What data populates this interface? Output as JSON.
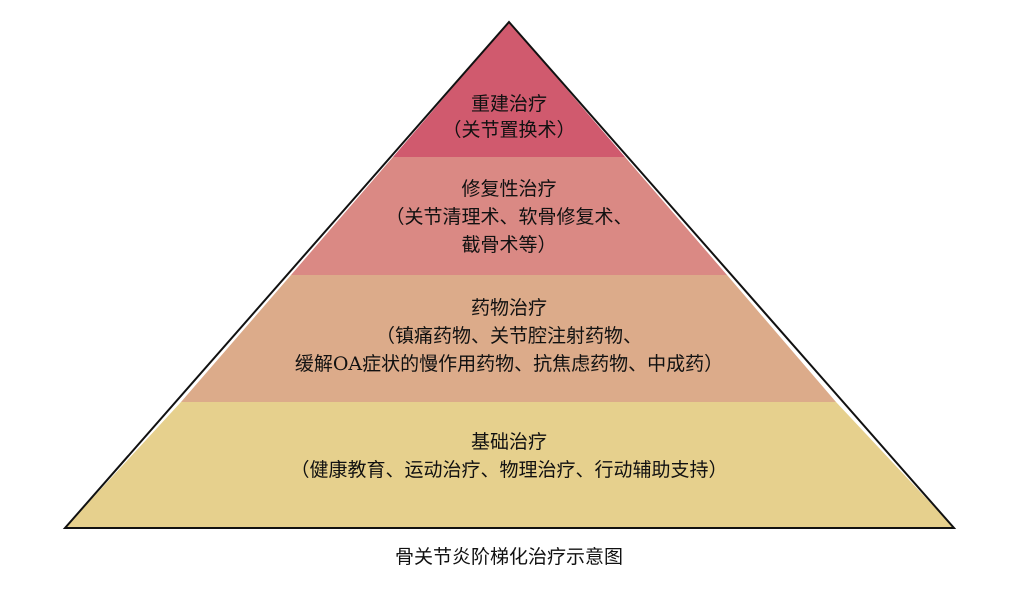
{
  "caption": "骨关节炎阶梯化治疗示意图",
  "tiers": [
    {
      "color": "#d05a6e",
      "lines": [
        "重建治疗",
        "（关节置换术）"
      ]
    },
    {
      "color": "#da8984",
      "lines": [
        "修复性治疗",
        "（关节清理术、软骨修复术、",
        "截骨术等）"
      ]
    },
    {
      "color": "#dcab8a",
      "lines": [
        "药物治疗",
        "（镇痛药物、关节腔注射药物、",
        "缓解OA症状的慢作用药物、抗焦虑药物、中成药）"
      ]
    },
    {
      "color": "#e6d08d",
      "lines": [
        "基础治疗",
        "（健康教育、运动治疗、物理治疗、行动辅助支持）"
      ]
    }
  ]
}
